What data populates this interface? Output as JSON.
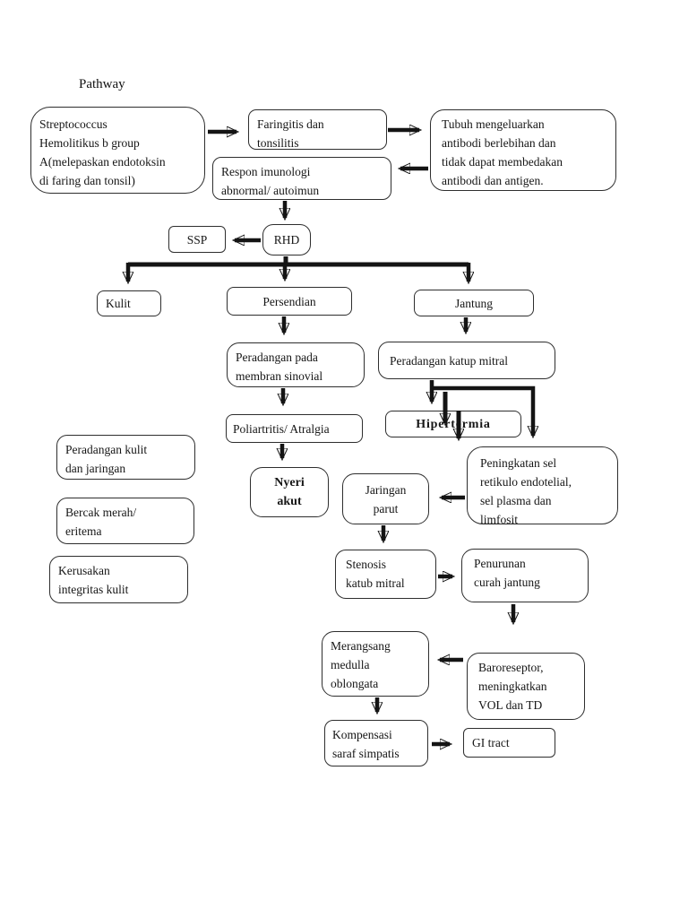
{
  "page": {
    "title": "Pathway",
    "background": "#ffffff",
    "ink": "#141414"
  },
  "nodes": {
    "streptococcus": {
      "text": "Streptococcus\nHemolitikus b group\nA(melepaskan endotoksin\ndi faring dan tonsil)"
    },
    "faringitis": {
      "text": "Faringitis dan\ntonsilitis"
    },
    "tubuh": {
      "text": "Tubuh mengeluarkan\nantibodi berlebihan dan\ntidak dapat membedakan\nantibodi dan antigen."
    },
    "respon": {
      "text": "Respon imunologi\nabnormal/ autoimun"
    },
    "ssp": {
      "text": "SSP"
    },
    "rhd": {
      "text": "RHD"
    },
    "kulit": {
      "text": "Kulit"
    },
    "persendian": {
      "text": "Persendian"
    },
    "jantung": {
      "text": "Jantung"
    },
    "membran_sinovial": {
      "text": "Peradangan pada\nmembran sinovial"
    },
    "katup_mitral": {
      "text": "Peradangan katup mitral"
    },
    "poliartritis": {
      "text": "Poliartritis/ Atralgia"
    },
    "hipertermia": {
      "text": "Hipertermia"
    },
    "nyeri_akut": {
      "text": "Nyeri\nakut"
    },
    "peningkatan_sel": {
      "text": "Peningkatan sel\nretikulo endotelial,\nsel plasma dan\nlimfosit"
    },
    "jaringan_parut": {
      "text": "Jaringan\nparut"
    },
    "peradangan_kulit": {
      "text": "Peradangan kulit\ndan jaringan"
    },
    "bercak": {
      "text": "Bercak merah/\neritema"
    },
    "kerusakan": {
      "text": "Kerusakan\nintegritas kulit"
    },
    "stenosis": {
      "text": "Stenosis\nkatub mitral"
    },
    "penurunan_curah": {
      "text": "Penurunan\ncurah jantung"
    },
    "merangsang_medulla": {
      "text": "Merangsang\nmedulla\noblongata"
    },
    "baroreseptor": {
      "text": "Baroreseptor,\nmeningkatkan\nVOL dan TD"
    },
    "kompensasi": {
      "text": "Kompensasi\nsaraf simpatis"
    },
    "gi_tract": {
      "text": "GI tract"
    }
  },
  "edges": [
    {
      "from": "streptococcus",
      "to": "faringitis"
    },
    {
      "from": "faringitis",
      "to": "tubuh"
    },
    {
      "from": "tubuh",
      "to": "respon"
    },
    {
      "from": "respon",
      "to": "rhd"
    },
    {
      "from": "rhd",
      "to": "ssp"
    },
    {
      "from": "rhd",
      "to": "kulit"
    },
    {
      "from": "rhd",
      "to": "persendian"
    },
    {
      "from": "rhd",
      "to": "jantung"
    },
    {
      "from": "persendian",
      "to": "membran_sinovial"
    },
    {
      "from": "jantung",
      "to": "katup_mitral"
    },
    {
      "from": "katup_mitral",
      "to": "hipertermia"
    },
    {
      "from": "katup_mitral",
      "to": "peningkatan_sel"
    },
    {
      "from": "membran_sinovial",
      "to": "poliartritis"
    },
    {
      "from": "poliartritis",
      "to": "nyeri_akut"
    },
    {
      "from": "peningkatan_sel",
      "to": "jaringan_parut"
    },
    {
      "from": "jaringan_parut",
      "to": "stenosis"
    },
    {
      "from": "stenosis",
      "to": "penurunan_curah"
    },
    {
      "from": "penurunan_curah",
      "to": "baroreseptor"
    },
    {
      "from": "baroreseptor",
      "to": "merangsang_medulla"
    },
    {
      "from": "merangsang_medulla",
      "to": "kompensasi"
    },
    {
      "from": "kompensasi",
      "to": "gi_tract"
    }
  ]
}
